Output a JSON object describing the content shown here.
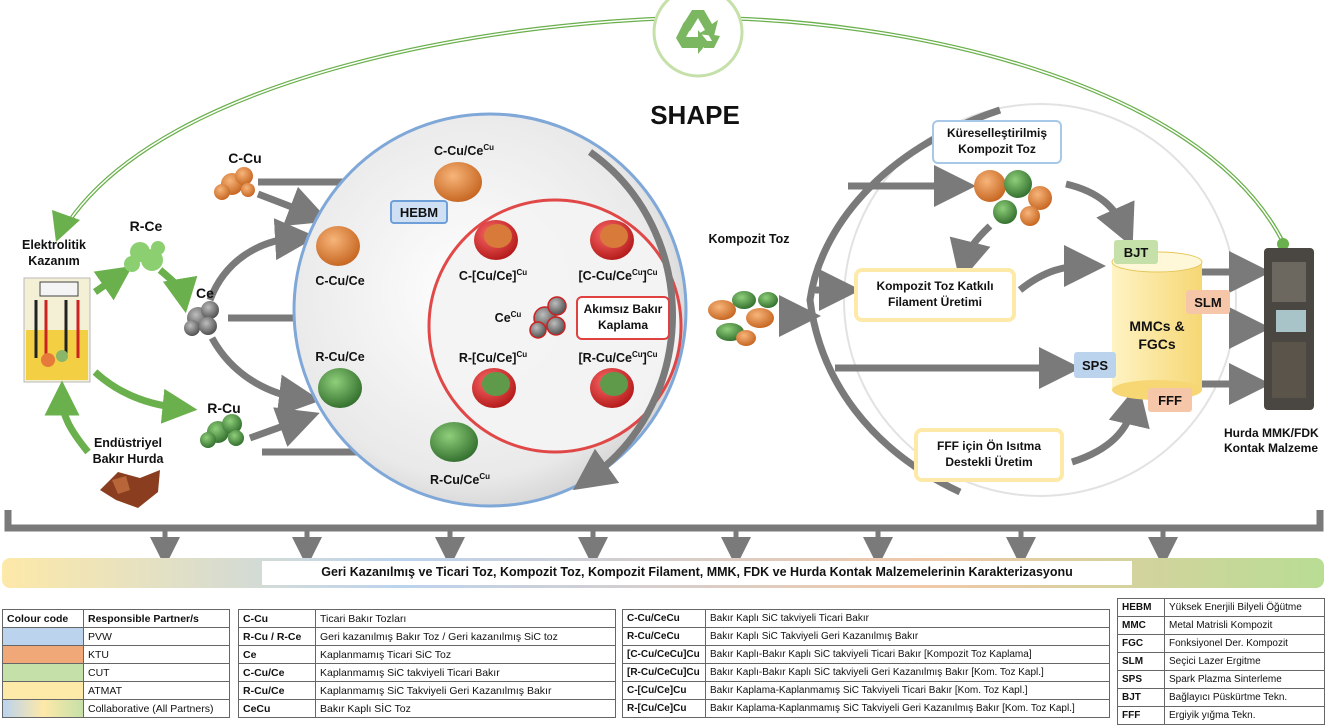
{
  "title": "SHAPE",
  "left": {
    "electrolytic": "Elektrolitik Kazanım",
    "scrap": "Endüstriyel Bakır Hurda",
    "rce": "R-Ce",
    "ce": "Ce",
    "rcu": "R-Cu",
    "ccu": "C-Cu"
  },
  "sphere": {
    "top": "C-Cu/Ce",
    "top_sup": "Cu",
    "hebm": "HEBM",
    "ccuce": "C-Cu/Ce",
    "rcuce": "R-Cu/Ce",
    "bottom": "R-Cu/Ce",
    "bottom_sup": "Cu",
    "c_cu_ce": "C-[Cu/Ce]",
    "c_cu_ce_sup": "Cu",
    "cc_cu": "[C-Cu/Ce",
    "cc_cu_sup1": "Cu",
    "cc_cu_sup2": "]",
    "cc_cu_sup3": "Cu",
    "ce_cu": "Ce",
    "ce_cu_sup": "Cu",
    "r_cu_ce": "R-[Cu/Ce]",
    "r_cu_ce_sup": "Cu",
    "rr_cu": "[R-Cu/Ce",
    "rr_cu_sup1": "Cu",
    "rr_cu_sup2": "]",
    "rr_cu_sup3": "Cu",
    "electroless": "Akımsız Bakır Kaplama"
  },
  "middle": {
    "composite_powder": "Kompozit Toz"
  },
  "right": {
    "spherical": "Küreselleştirilmiş Kompozit Toz",
    "filament": "Kompozit Toz Katkılı Filament Üretimi",
    "fff_pre": "FFF için Ön Isıtma Destekli Üretim",
    "bjt": "BJT",
    "slm": "SLM",
    "sps": "SPS",
    "fff": "FFF",
    "mmc": "MMCs & FGCs",
    "scrap_out": "Hurda MMK/FDK Kontak Malzeme"
  },
  "characterization": "Geri Kazanılmış ve Ticari Toz, Kompozit Toz, Kompozit Filament, MMK, FDK ve Hurda Kontak Malzemelerinin Karakterizasyonu",
  "colors": {
    "pvw": "#bcd3ee",
    "ktu": "#f0a878",
    "cut": "#c5e0a8",
    "atmat": "#fde9a8",
    "green_arrow": "#6ab04c",
    "gray_arrow": "#7a7a7a",
    "red_ring": "#e04040",
    "blue_ring": "#7fa8d8"
  },
  "legend_partners": {
    "header": [
      "Colour code",
      "Responsible Partner/s"
    ],
    "rows": [
      {
        "color": "#bcd3ee",
        "name": "PVW"
      },
      {
        "color": "#f0a878",
        "name": "KTU"
      },
      {
        "color": "#c5e0a8",
        "name": "CUT"
      },
      {
        "color": "#fde9a8",
        "name": "ATMAT"
      },
      {
        "color": "gradient",
        "name": "Collaborative (All Partners)"
      }
    ]
  },
  "legend_abbr1": [
    [
      "C-Cu",
      "Ticari Bakır Tozları"
    ],
    [
      "R-Cu / R-Ce",
      "Geri kazanılmış Bakır Toz / Geri kazanılmış SiC toz"
    ],
    [
      "Ce",
      "Kaplanmamış Ticari SiC Toz"
    ],
    [
      "C-Cu/Ce",
      "Kaplanmamış SiC takviyeli Ticari Bakır"
    ],
    [
      "R-Cu/Ce",
      "Kaplanmamış SiC Takviyeli Geri Kazanılmış Bakır"
    ],
    [
      "CeCu",
      "Bakır Kaplı SİC Toz"
    ]
  ],
  "legend_abbr2": [
    [
      "C-Cu/CeCu",
      "Bakır Kaplı SiC takviyeli Ticari Bakır"
    ],
    [
      "R-Cu/CeCu",
      "Bakır Kaplı SiC Takviyeli Geri Kazanılmış Bakır"
    ],
    [
      "[C-Cu/CeCu]Cu",
      "Bakır Kaplı-Bakır Kaplı SiC takviyeli Ticari Bakır [Kompozit Toz Kaplama]"
    ],
    [
      "[R-Cu/CeCu]Cu",
      "Bakır Kaplı-Bakır Kaplı SiC takviyeli Geri Kazanılmış Bakır [Kom. Toz Kapl.]"
    ],
    [
      "C-[Cu/Ce]Cu",
      "Bakır Kaplama-Kaplanmamış SiC Takviyeli Ticari Bakır [Kom. Toz Kapl.]"
    ],
    [
      "R-[Cu/Ce]Cu",
      "Bakır Kaplama-Kaplanmamış SiC Takviyeli Geri Kazanılmış Bakır [Kom. Toz Kapl.]"
    ]
  ],
  "legend_abbr3": [
    [
      "HEBM",
      "Yüksek Enerjili Bilyeli Öğütme"
    ],
    [
      "MMC",
      "Metal Matrisli Kompozit"
    ],
    [
      "FGC",
      "Fonksiyonel Der. Kompozit"
    ],
    [
      "SLM",
      "Seçici Lazer Ergitme"
    ],
    [
      "SPS",
      "Spark Plazma Sinterleme"
    ],
    [
      "BJT",
      "Bağlayıcı Püskürtme Tekn."
    ],
    [
      "FFF",
      "Ergiyik yığma Tekn."
    ]
  ]
}
